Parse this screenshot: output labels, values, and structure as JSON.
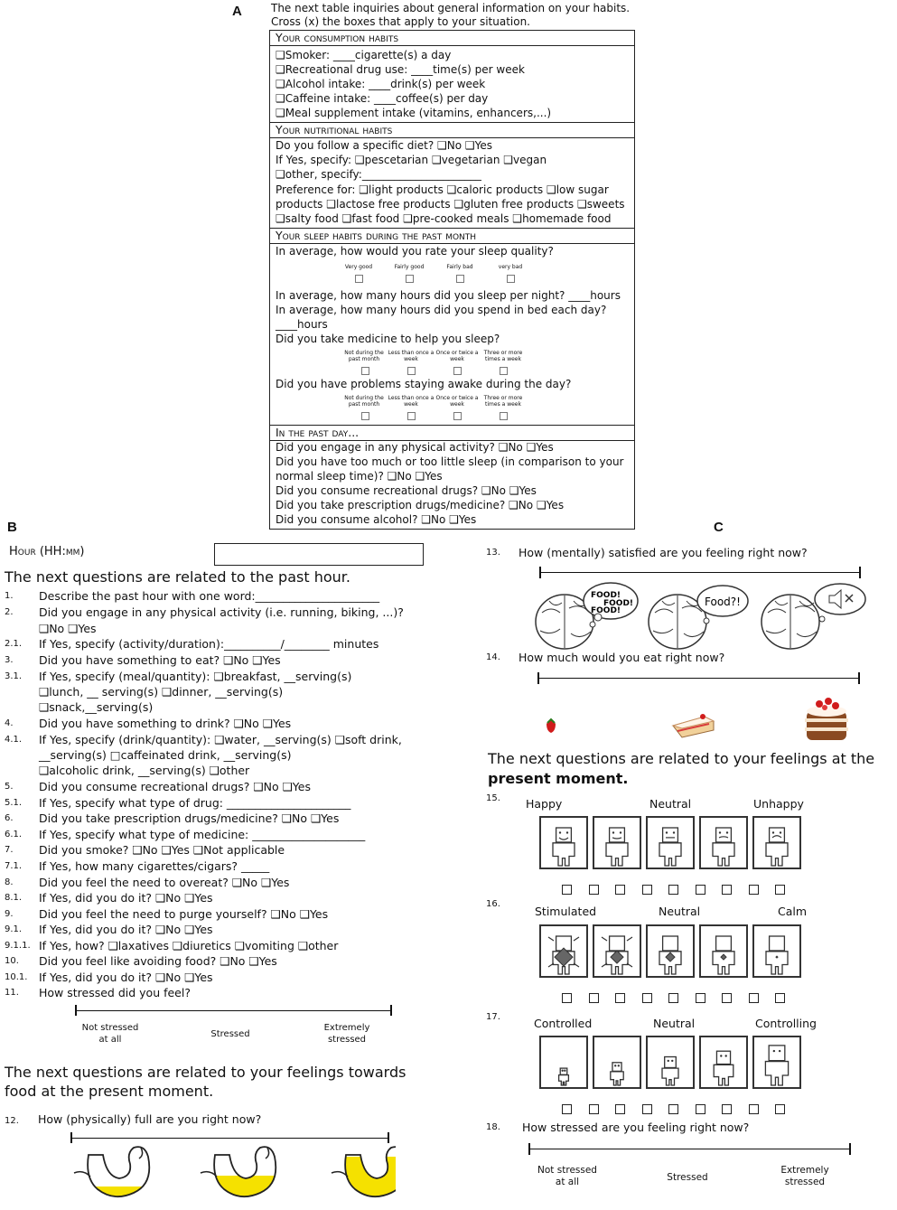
{
  "panels": {
    "a": "A",
    "b": "B",
    "c": "C"
  },
  "sectionA": {
    "intro_line1": "The next table inquiries about general information on your habits.",
    "intro_line2": "Cross (x) the boxes that apply to your situation.",
    "consumption_title": "Your consumption habits",
    "consumption": [
      "❑Smoker: ____cigarette(s) a  day",
      "❑Recreational drug use: ____time(s) per week",
      "❑Alcohol intake: ____drink(s) per week",
      "❑Caffeine intake: ____coffee(s) per day",
      "❑Meal supplement intake (vitamins, enhancers,...)"
    ],
    "nutrition_title": "Your nutritional habits",
    "nutrition": [
      "Do you follow a specific diet? ❑No ❑Yes",
      "If Yes, specify:  ❑pescetarian ❑vegetarian ❑vegan",
      "❑other, specify:______________________",
      "Preference for: ❑light products ❑caloric products  ❑low sugar",
      "products ❑lactose free products ❑gluten free products ❑sweets",
      "❑salty food ❑fast food ❑pre-cooked meals ❑homemade food"
    ],
    "sleep_title": "Your sleep habits during the past month",
    "sleep_q1": "In average, how would you rate your sleep quality?",
    "sleep_ratings": [
      "Very good",
      "Fairly good",
      "Fairly bad",
      "very bad"
    ],
    "sleep_q2": "In average, how many hours did you sleep per night? ____hours",
    "sleep_q3": "In average, how many hours did you spend in bed each day?",
    "sleep_q3b": "____hours",
    "sleep_q4": "Did you take medicine to help you sleep?",
    "freq_options": [
      "Not during the past month",
      "Less than once a week",
      "Once or twice a week",
      "Three or more times a week"
    ],
    "sleep_q5": "Did you have problems staying awake during the day?",
    "pastday_title": "In the past day...",
    "pastday": [
      "Did you engage in any physical activity? ❑No ❑Yes",
      "Did you have too much or too little sleep (in comparison to your",
      "normal sleep time)? ❑No ❑Yes",
      "Did you consume recreational drugs? ❑No ❑Yes",
      "Did you take prescription drugs/medicine? ❑No ❑Yes",
      "Did you consume alcohol? ❑No ❑Yes"
    ]
  },
  "sectionB": {
    "hour_label": "Hour (HH:mm)",
    "past_hour_heading": "The next questions are related to the past hour.",
    "questions": [
      {
        "n": "1.",
        "t": "Describe the past hour with one word:______________________"
      },
      {
        "n": "2.",
        "t": "Did you engage in any physical activity (i.e. running, biking, ...)?"
      },
      {
        "n": "",
        "t": "❑No ❑Yes"
      },
      {
        "n": "2.1.",
        "t": "If Yes, specify (activity/duration):__________/________ minutes"
      },
      {
        "n": "3.",
        "t": "Did you have something to eat? ❑No ❑Yes"
      },
      {
        "n": "3.1.",
        "t": "If Yes, specify (meal/quantity): ❑breakfast, __serving(s)"
      },
      {
        "n": "",
        "t": "❑lunch, __ serving(s)  ❑dinner, __serving(s)"
      },
      {
        "n": "",
        "t": "❑snack,__serving(s)"
      },
      {
        "n": "4.",
        "t": "Did you have something to drink? ❑No ❑Yes"
      },
      {
        "n": "4.1.",
        "t": "If Yes, specify (drink/quantity): ❑water, __serving(s) ❑soft drink,"
      },
      {
        "n": "",
        "t": "__serving(s) □caffeinated drink, __serving(s)"
      },
      {
        "n": "",
        "t": "❑alcoholic drink, __serving(s)  ❑other"
      },
      {
        "n": "5.",
        "t": "Did you consume recreational drugs? ❑No ❑Yes"
      },
      {
        "n": "5.1.",
        "t": "If Yes, specify what type of drug: ______________________"
      },
      {
        "n": "6.",
        "t": "Did you take prescription drugs/medicine? ❑No ❑Yes"
      },
      {
        "n": "6.1.",
        "t": "If Yes, specify what type of medicine: ____________________"
      },
      {
        "n": "7.",
        "t": "Did you smoke? ❑No ❑Yes ❑Not applicable"
      },
      {
        "n": "7.1.",
        "t": "If Yes, how many cigarettes/cigars? _____"
      },
      {
        "n": "8.",
        "t": "Did you feel the need to overeat? ❑No ❑Yes"
      },
      {
        "n": "8.1.",
        "t": "If Yes, did you do it? ❑No ❑Yes"
      },
      {
        "n": "9.",
        "t": "Did you feel the need to purge yourself? ❑No ❑Yes"
      },
      {
        "n": "9.1.",
        "t": "If Yes, did you do it? ❑No ❑Yes"
      },
      {
        "n": "9.1.1.",
        "t": "If Yes, how? ❑laxatives ❑diuretics ❑vomiting ❑other"
      },
      {
        "n": "10.",
        "t": "Did you feel like avoiding food? ❑No ❑Yes"
      },
      {
        "n": "10.1.",
        "t": "If Yes, did you do it? ❑No ❑Yes"
      },
      {
        "n": "11.",
        "t": "How stressed did you feel?"
      }
    ],
    "stress_scale": [
      "Not stressed at all",
      "Stressed",
      "Extremely stressed"
    ],
    "food_heading_1": "The next questions are related to your feelings  towards",
    "food_heading_2": "food at the present moment.",
    "q12_n": "12.",
    "q12_t": "How (physically) full are you right now?",
    "stomach_fill": [
      0.35,
      0.55,
      0.9
    ]
  },
  "sectionC": {
    "q13_n": "13.",
    "q13_t": "How (mentally) satisfied are you feeling right now?",
    "bubbles": [
      "FOOD! FOOD! FOOD!",
      "Food?!"
    ],
    "q14_n": "14.",
    "q14_t": "How much would you eat right now?",
    "present_heading_1": "The next questions are related to your feelings at  the",
    "present_heading_2": "present moment.",
    "q15_n": "15.",
    "q15_labels": [
      "Happy",
      "Neutral",
      "Unhappy"
    ],
    "q16_n": "16.",
    "q16_labels": [
      "Stimulated",
      "Neutral",
      "Calm"
    ],
    "q17_n": "17.",
    "q17_labels": [
      "Controlled",
      "Neutral",
      "Controlling"
    ],
    "q18_n": "18.",
    "q18_t": "How stressed are you feeling right now?",
    "q18_scale": [
      "Not stressed at all",
      "Stressed",
      "Extremely stressed"
    ]
  }
}
